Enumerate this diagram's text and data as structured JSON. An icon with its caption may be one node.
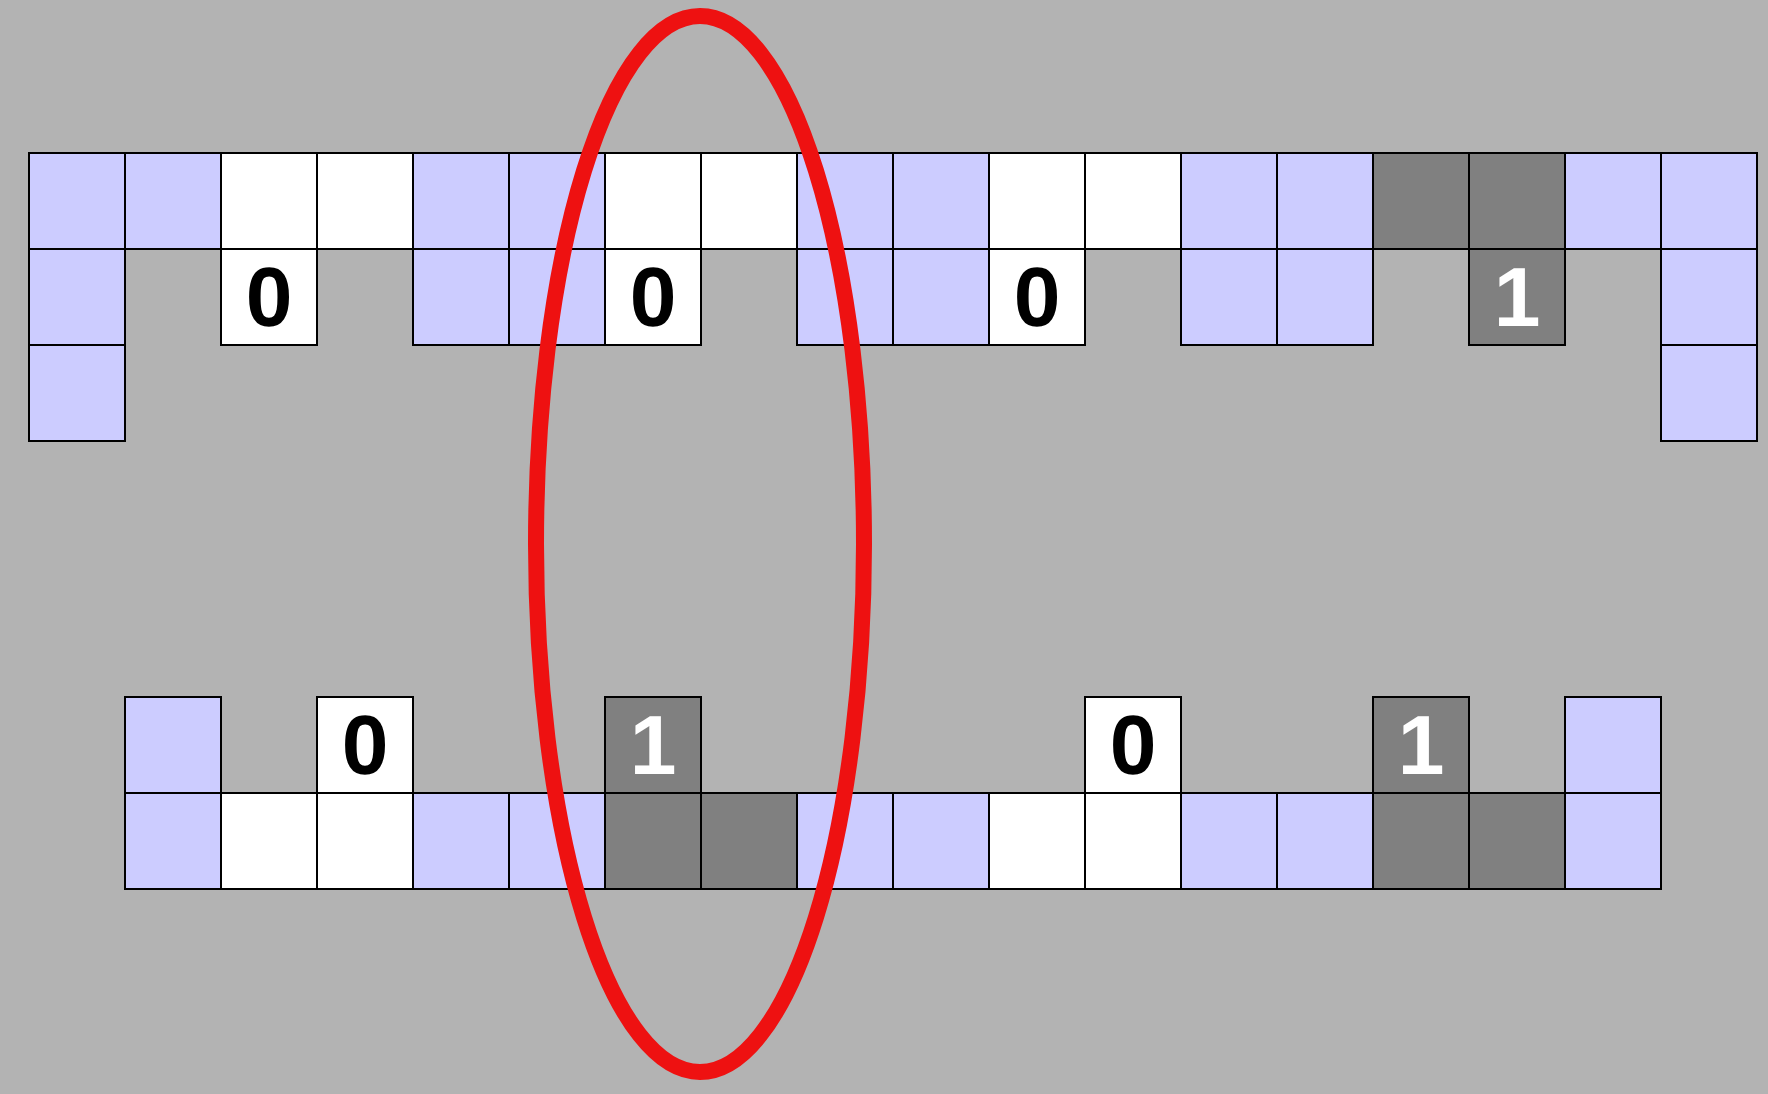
{
  "diagram": {
    "nodes": [
      {
        "text": [],
        "shape": "box"
      },
      {
        "text": [],
        "shape": "box"
      },
      {
        "text": [],
        "shape": "box"
      },
      {
        "text": [],
        "shape": "box"
      },
      {
        "text": [],
        "shape": "box"
      },
      {
        "text": [],
        "shape": "box"
      },
      {
        "text": [],
        "shape": "box"
      },
      {
        "text": [],
        "shape": "box"
      },
      {
        "text": [],
        "shape": "box"
      },
      {
        "text": [],
        "shape": "box"
      },
      {
        "text": [],
        "shape": "box"
      },
      {
        "text": [],
        "shape": "box"
      },
      {
        "text": [],
        "shape": "box"
      },
      {
        "text": [],
        "shape": "box"
      },
      {
        "text": [],
        "shape": "box"
      },
      {
        "text": [],
        "shape": "box"
      },
      {
        "text": [],
        "shape": "box"
      },
      {
        "text": [],
        "shape": "box"
      },
      {
        "text": [],
        "shape": "box"
      },
      {
        "text": [
          "0"
        ]
      },
      {
        "text": [],
        "shape": "box"
      },
      {
        "text": [],
        "shape": "box"
      },
      {
        "text": [
          "0"
        ]
      },
      {
        "text": [],
        "shape": "box"
      },
      {
        "text": [],
        "shape": "box"
      },
      {
        "text": [
          "0"
        ]
      },
      {
        "text": [],
        "shape": "box"
      },
      {
        "text": [],
        "shape": "box"
      },
      {
        "text": [
          "1"
        ]
      },
      {
        "text": [],
        "shape": "box"
      },
      {
        "text": [],
        "shape": "box"
      },
      {
        "text": [],
        "shape": "box"
      },
      {
        "text": [],
        "shape": "box"
      },
      {
        "text": [
          "0"
        ]
      },
      {
        "text": [
          "1"
        ]
      },
      {
        "text": [
          "0"
        ]
      },
      {
        "text": [
          "1"
        ]
      },
      {
        "text": [],
        "shape": "box"
      },
      {
        "text": [],
        "shape": "box"
      },
      {
        "text": [],
        "shape": "box"
      },
      {
        "text": [],
        "shape": "box"
      },
      {
        "text": [],
        "shape": "box"
      },
      {
        "text": [],
        "shape": "box"
      },
      {
        "text": [],
        "shape": "box"
      },
      {
        "text": [],
        "shape": "box"
      },
      {
        "text": [],
        "shape": "box"
      },
      {
        "text": [],
        "shape": "box"
      },
      {
        "text": [],
        "shape": "box"
      },
      {
        "text": [],
        "shape": "box"
      },
      {
        "text": [],
        "shape": "box"
      },
      {
        "text": [],
        "shape": "box"
      },
      {
        "text": [],
        "shape": "box"
      },
      {
        "text": [],
        "shape": "box"
      },
      {
        "text": [],
        "shape": "box"
      }
    ]
  }
}
